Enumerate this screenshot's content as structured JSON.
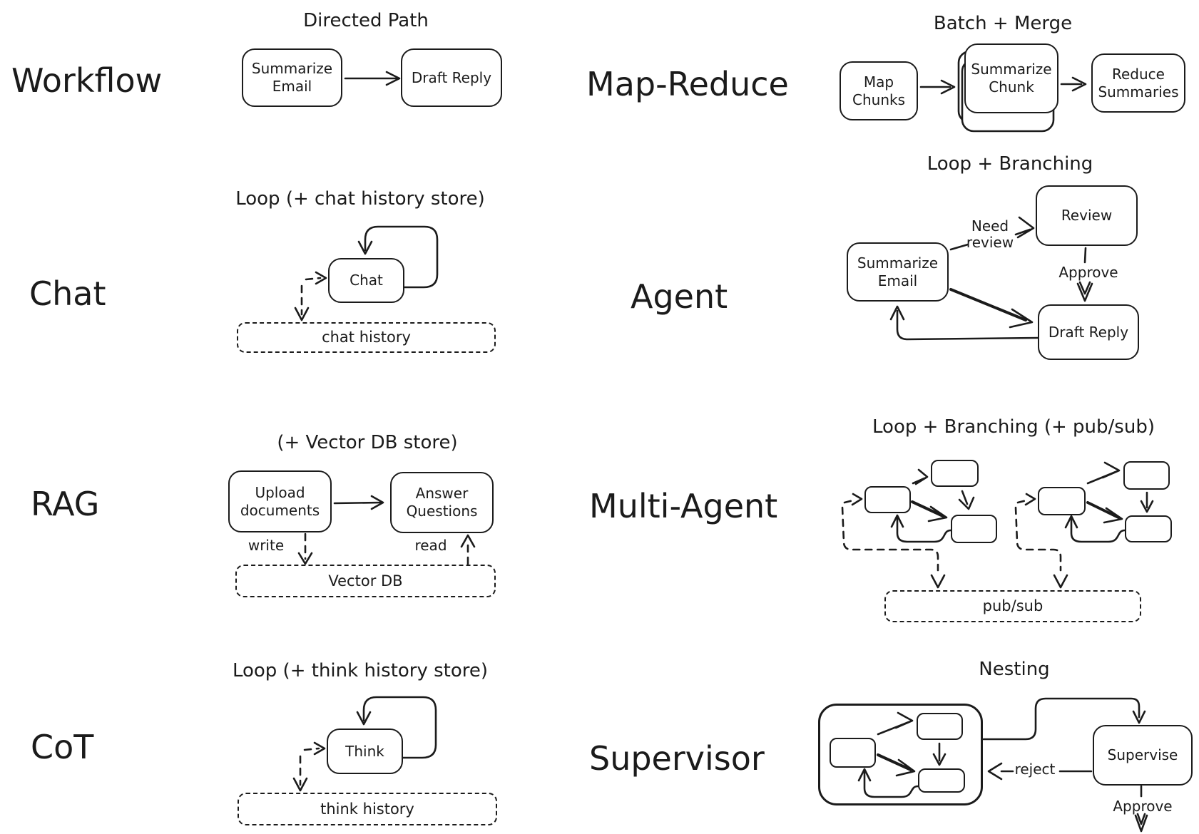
{
  "colors": {
    "ink": "#1b1b1b",
    "background": "#ffffff"
  },
  "workflow": {
    "label": "Workflow",
    "title": "Directed Path",
    "node_a": "Summarize Email",
    "node_b": "Draft Reply"
  },
  "map_reduce": {
    "label": "Map-Reduce",
    "title": "Batch + Merge",
    "node_a": "Map Chunks",
    "node_b": "Summarize Chunk",
    "node_c": "Reduce Summaries"
  },
  "chat": {
    "label": "Chat",
    "title": "Loop (+ chat history store)",
    "node": "Chat",
    "store": "chat history"
  },
  "agent": {
    "label": "Agent",
    "title": "Loop + Branching",
    "node_a": "Summarize Email",
    "node_b": "Review",
    "node_c": "Draft Reply",
    "edge_need_review": "Need review",
    "edge_approve": "Approve"
  },
  "rag": {
    "label": "RAG",
    "title": "(+ Vector DB store)",
    "node_a": "Upload documents",
    "node_b": "Answer Questions",
    "store": "Vector DB",
    "edge_write": "write",
    "edge_read": "read"
  },
  "multi_agent": {
    "label": "Multi-Agent",
    "title": "Loop + Branching (+ pub/sub)",
    "store": "pub/sub"
  },
  "cot": {
    "label": "CoT",
    "title": "Loop (+ think history store)",
    "node": "Think",
    "store": "think history"
  },
  "supervisor": {
    "label": "Supervisor",
    "title": "Nesting",
    "node": "Supervise",
    "edge_reject": "reject",
    "edge_approve": "Approve"
  }
}
